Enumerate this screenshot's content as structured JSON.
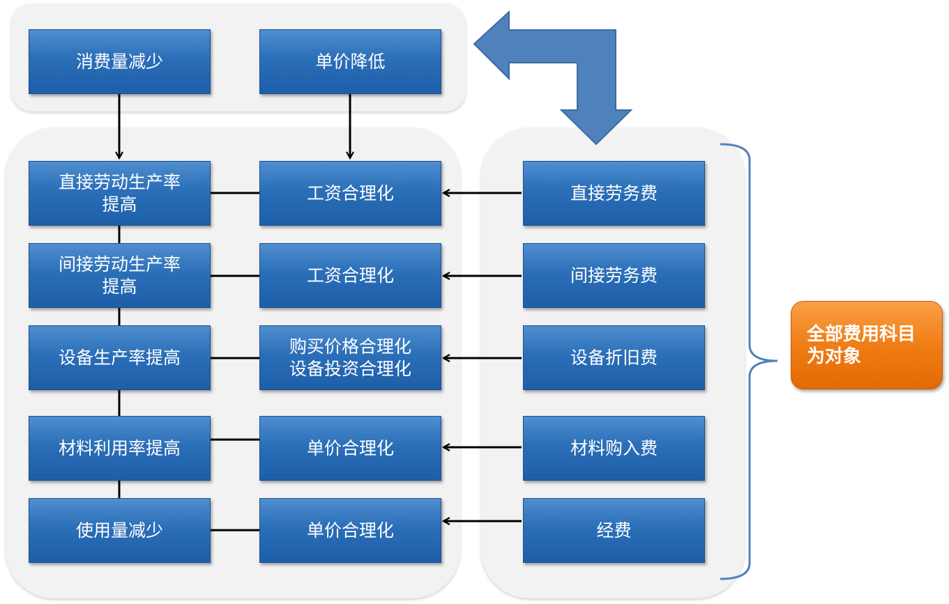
{
  "top_boxes": [
    {
      "label": "消费量减少"
    },
    {
      "label": "单价降低"
    }
  ],
  "left_boxes": [
    {
      "label_line1": "直接劳动生产率",
      "label_line2": "提高"
    },
    {
      "label_line1": "间接劳动生产率",
      "label_line2": "提高"
    },
    {
      "label_line1": "设备生产率提高",
      "label_line2": ""
    },
    {
      "label_line1": "材料利用率提高",
      "label_line2": ""
    },
    {
      "label_line1": "使用量减少",
      "label_line2": ""
    }
  ],
  "middle_boxes": [
    {
      "label_line1": "工资合理化",
      "label_line2": ""
    },
    {
      "label_line1": "工资合理化",
      "label_line2": ""
    },
    {
      "label_line1": "购买价格合理化",
      "label_line2": "设备投资合理化"
    },
    {
      "label_line1": "单价合理化",
      "label_line2": ""
    },
    {
      "label_line1": "单价合理化",
      "label_line2": ""
    }
  ],
  "right_boxes": [
    {
      "label": "直接劳务费"
    },
    {
      "label": "间接劳务费"
    },
    {
      "label": "设备折旧费"
    },
    {
      "label": "材料购入费"
    },
    {
      "label": "经费"
    }
  ],
  "target_box": {
    "label_line1": "全部费用科目",
    "label_line2": "为对象"
  },
  "colors": {
    "box_blue": "#2b6fb8",
    "orange": "#ef7a12",
    "panel": "#f2f2f2",
    "big_arrow": "#4f81bd",
    "brace": "#4f81bd"
  }
}
